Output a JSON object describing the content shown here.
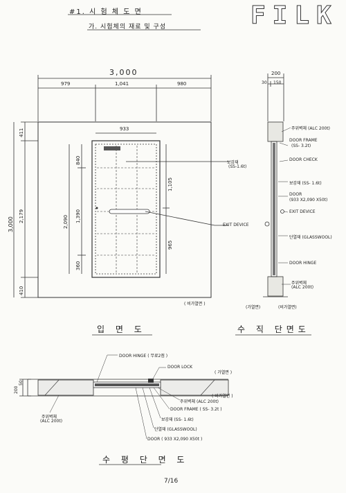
{
  "header": {
    "section": "#1. 시 험 체 도 면",
    "subtitle": "가. 시험체의 재료 및 구성",
    "logo": "FILK"
  },
  "front_view": {
    "width_total": "3,000",
    "width_left": "979",
    "width_mid": "1,041",
    "width_right": "980",
    "door_width": "933",
    "height_total": "3,000",
    "height_top": "411",
    "height_mid": "2,179",
    "height_bottom": "410",
    "door_height": "2,090",
    "door_upper": "840",
    "door_mid": "1,390",
    "door_lower": "360",
    "right_upper": "1,105",
    "right_lower": "965",
    "label_closer": "보강재",
    "label_closer_sub": "(SS-1.6t)",
    "label_exit": "EXIT DEVICE",
    "non_heated": "( 비가열면 )",
    "caption": "입 면 도"
  },
  "vertical_section": {
    "dim_total": "200",
    "dim_a": "30",
    "dim_b": "150",
    "label_concrete": "주위벽체 (ALC 200t)",
    "label_frame": "DOOR FRAME",
    "label_frame_sub": "(SS- 3.2t)",
    "label_check": "DOOR CHECK",
    "label_reinforce": "보강재 (SS- 1.6t)",
    "label_door": "DOOR",
    "label_door_sub": "(933 X2,090 X50t)",
    "label_exit": "EXIT DEVICE",
    "label_wool": "단열재 (GLASSWOOL)",
    "label_hinge": "DOOR HINGE",
    "label_wall_bottom": "주위벽체",
    "label_wall_bottom_sub": "(ALC 200t)",
    "heated": "(가열면)",
    "non_heated": "(비가열면)",
    "caption": "수 직 단면도"
  },
  "horizontal_section": {
    "label_hinge": "DOOR HINGE ( 무료2점 )",
    "label_lock": "DOOR LOCK",
    "heated": "( 가열면 )",
    "non_heated": "( 비가열면 )",
    "label_wall": "주위벽체",
    "label_wall_sub": "(ALC 200t)",
    "label_concrete": "주위벽체 (ALC 200t)",
    "label_frame": "DOOR FRAME ( SS- 3.2t )",
    "label_reinforce": "보강재 (SS- 1.6t)",
    "label_wool": "단열재 (GLASSWOOL)",
    "label_door": "DOOR ( 933 X2,090 X50t )",
    "dim_200": "200",
    "dim_50": "50",
    "caption": "수 평 단 면 도"
  },
  "page_number": "7/16"
}
